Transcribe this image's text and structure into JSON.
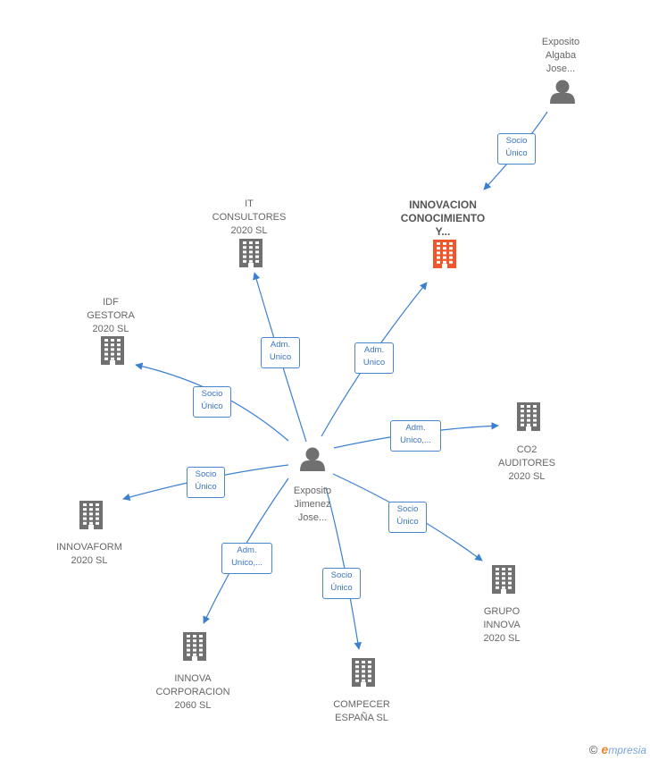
{
  "colors": {
    "edge": "#3a7fd0",
    "node": "#707070",
    "highlight": "#f0562a"
  },
  "nodes": [
    {
      "id": "person_center",
      "type": "person-icon",
      "label": "Exposito\nJimenez\nJose..."
    },
    {
      "id": "person_top",
      "type": "person-icon",
      "label": "Exposito\nAlgaba\nJose..."
    },
    {
      "id": "innovacion",
      "type": "building-icon",
      "label": "INNOVACION\nCONOCIMIENTO\nY...",
      "highlight": true
    },
    {
      "id": "it_consultores",
      "type": "building-icon",
      "label": "IT\nCONSULTORES\n2020  SL"
    },
    {
      "id": "idf_gestora",
      "type": "building-icon",
      "label": "IDF\nGESTORA\n2020  SL"
    },
    {
      "id": "co2_auditores",
      "type": "building-icon",
      "label": "CO2\nAUDITORES\n2020  SL"
    },
    {
      "id": "innovaform",
      "type": "building-icon",
      "label": "INNOVAFORM\n2020 SL"
    },
    {
      "id": "grupo_innova",
      "type": "building-icon",
      "label": "GRUPO\nINNOVA\n2020  SL"
    },
    {
      "id": "innova_corporacion",
      "type": "building-icon",
      "label": "INNOVA\nCORPORACION\n2060  SL"
    },
    {
      "id": "compecer",
      "type": "building-icon",
      "label": "COMPECER\nESPAÑA  SL"
    }
  ],
  "edges": [
    {
      "from": "person_top",
      "to": "innovacion",
      "label": "Socio\nÚnico"
    },
    {
      "from": "person_center",
      "to": "it_consultores",
      "label": "Adm.\nUnico"
    },
    {
      "from": "person_center",
      "to": "innovacion",
      "label": "Adm.\nUnico"
    },
    {
      "from": "person_center",
      "to": "idf_gestora",
      "label": "Socio\nÚnico"
    },
    {
      "from": "person_center",
      "to": "co2_auditores",
      "label": "Adm.\nUnico,..."
    },
    {
      "from": "person_center",
      "to": "innovaform",
      "label": "Socio\nÚnico"
    },
    {
      "from": "person_center",
      "to": "grupo_innova",
      "label": "Socio\nÚnico"
    },
    {
      "from": "person_center",
      "to": "innova_corporacion",
      "label": "Adm.\nUnico,..."
    },
    {
      "from": "person_center",
      "to": "compecer",
      "label": "Socio\nÚnico"
    }
  ],
  "footer": {
    "copyright": "©",
    "brand_initial": "e",
    "brand_rest": "mpresia"
  }
}
